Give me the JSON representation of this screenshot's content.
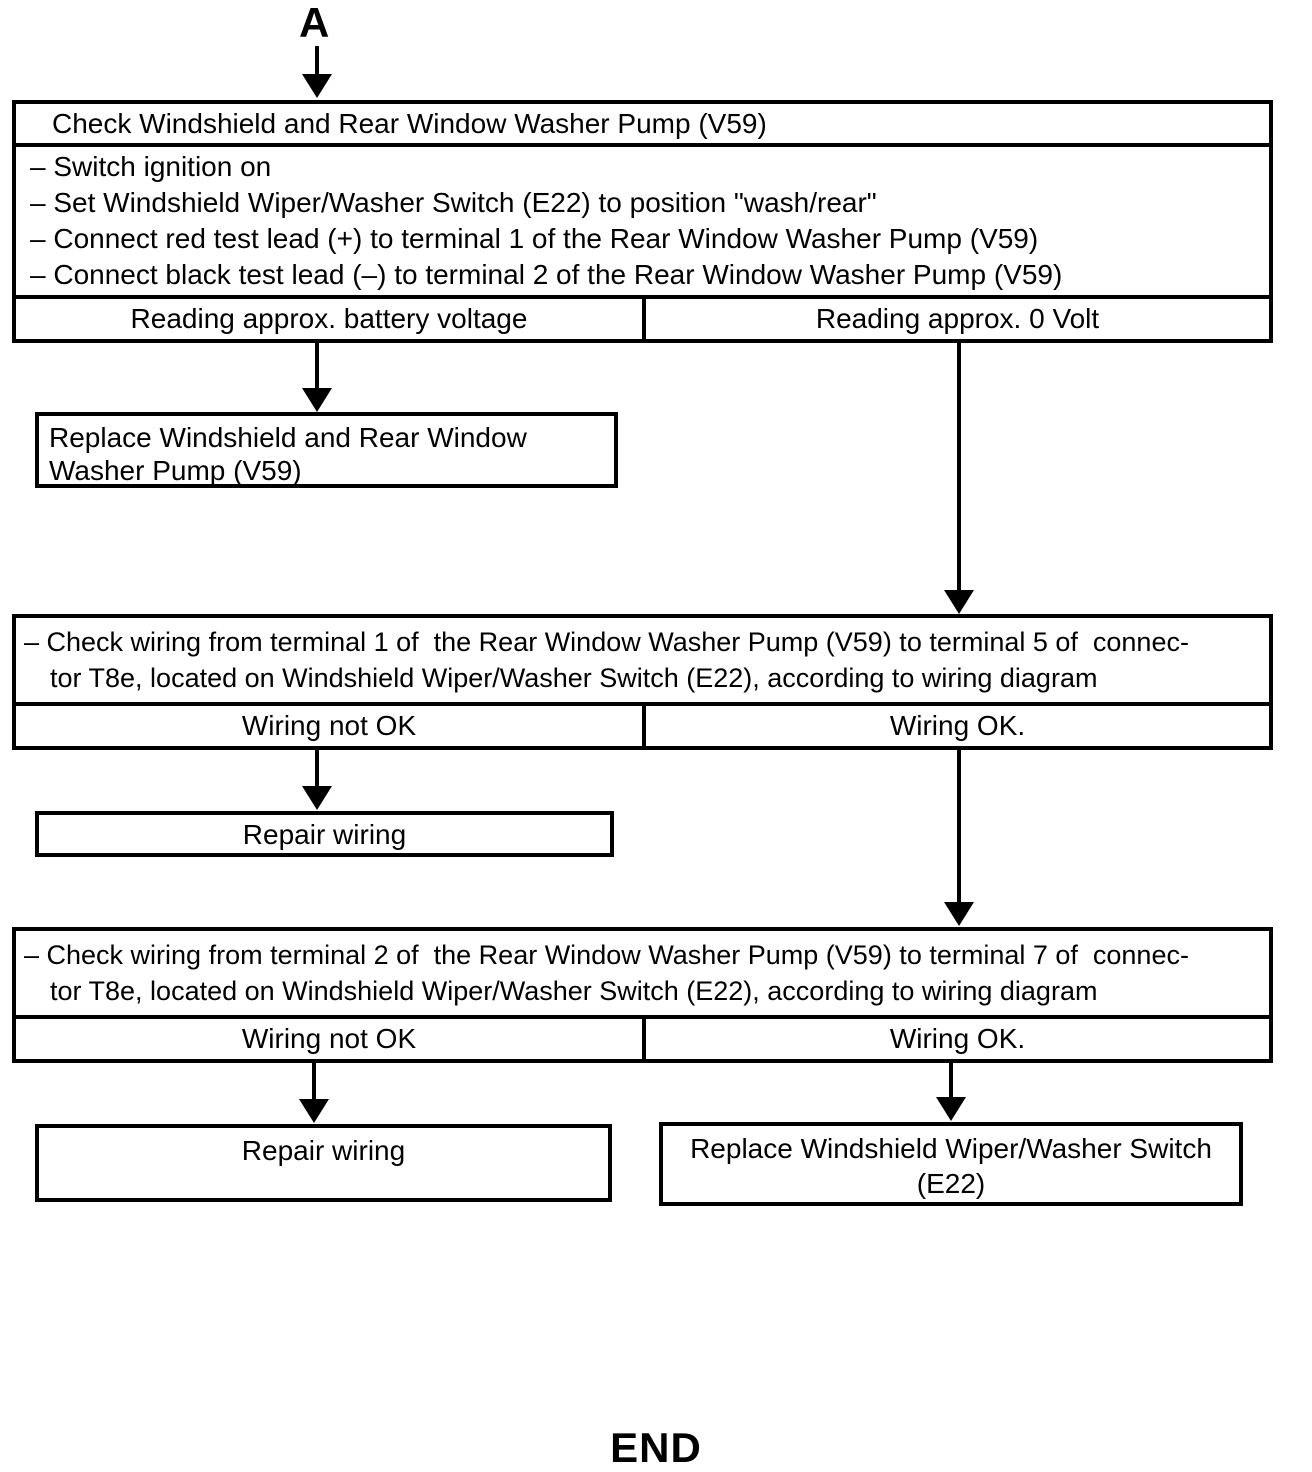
{
  "colors": {
    "ink": "#000000",
    "paper": "#ffffff"
  },
  "connector_label": "A",
  "end_label": "END",
  "box1": {
    "title": "Check Windshield and Rear Window Washer Pump (V59)",
    "steps": [
      "– Switch ignition on",
      "– Set Windshield Wiper/Washer Switch (E22) to position \"wash/rear\"",
      "– Connect red test lead (+) to terminal 1 of the Rear Window Washer Pump (V59)",
      "– Connect black test lead (–) to terminal 2 of the Rear Window Washer Pump (V59)"
    ],
    "outcome_left": "Reading approx. battery voltage",
    "outcome_right": "Reading approx. 0 Volt"
  },
  "replace_pump_box": {
    "text": "Replace Windshield and Rear Window Washer Pump (V59)"
  },
  "box2": {
    "line1": "– Check wiring from terminal 1 of  the Rear Window Washer Pump (V59) to terminal 5 of  connec-",
    "line2": "tor T8e, located on Windshield Wiper/Washer Switch (E22), according to wiring diagram",
    "outcome_left": "Wiring not OK",
    "outcome_right": "Wiring OK."
  },
  "repair_box1": {
    "text": "Repair wiring"
  },
  "box3": {
    "line1": "– Check wiring from terminal 2 of  the Rear Window Washer Pump (V59) to terminal 7 of  connec-",
    "line2": "tor T8e, located on Windshield Wiper/Washer Switch (E22), according to wiring diagram",
    "outcome_left": "Wiring not OK",
    "outcome_right": "Wiring OK."
  },
  "repair_box2": {
    "text": "Repair wiring"
  },
  "replace_switch_box": {
    "text": "Replace Windshield Wiper/Washer Switch (E22)"
  }
}
